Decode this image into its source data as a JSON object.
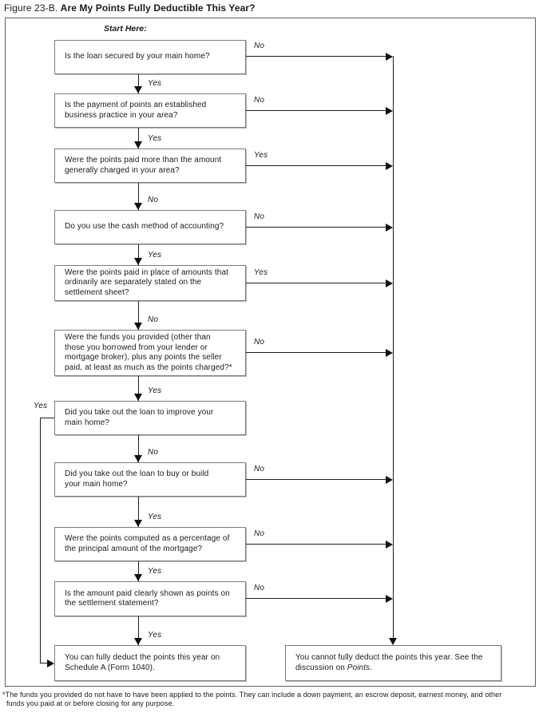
{
  "figure": {
    "label": "Figure 23-B.",
    "title": "Are My Points Fully Deductible This Year?"
  },
  "start_label": "Start Here:",
  "questions": [
    {
      "text": "Is the loan secured by your main home?",
      "side_label": "No",
      "down_label": "Yes"
    },
    {
      "text": "Is the payment of points an established\nbusiness practice in your area?",
      "side_label": "No",
      "down_label": "Yes"
    },
    {
      "text": "Were the points paid more than the amount\ngenerally charged in your area?",
      "side_label": "Yes",
      "down_label": "No"
    },
    {
      "text": "Do you use the cash method of accounting?",
      "side_label": "No",
      "down_label": "Yes"
    },
    {
      "text": "Were the points paid in place of amounts that\nordinarily are separately stated on the\nsettlement sheet?",
      "side_label": "Yes",
      "down_label": "No"
    },
    {
      "text": "Were the funds you provided (other than\nthose you borrowed from your lender or\nmortgage broker), plus any points the seller\npaid, at least as much as the points charged?*",
      "side_label": "No",
      "down_label": "Yes"
    },
    {
      "text": "Did you take out the loan to improve your\nmain home?",
      "side_label": "Yes",
      "down_label": "No"
    },
    {
      "text": "Did you take out the loan to buy or build\nyour main home?",
      "side_label": "No",
      "down_label": "Yes"
    },
    {
      "text": "Were the points computed as a percentage of\nthe principal amount of the mortgage?",
      "side_label": "No",
      "down_label": "Yes"
    },
    {
      "text": "Is the amount paid clearly shown as points on\nthe settlement statement?",
      "side_label": "No",
      "down_label": "Yes"
    }
  ],
  "outcomes": {
    "deductible": "You can fully deduct the points this year on\nSchedule A (Form 1040).",
    "not_deductible_before": "You cannot fully deduct the points this year. See the\ndiscussion on ",
    "not_deductible_italic": "Points",
    "not_deductible_after": "."
  },
  "footnote": "*The funds you provided do not have to have been applied to the points. They can include a down payment, an escrow deposit, earnest money, and other\nfunds you paid at or before closing for any purpose."
}
